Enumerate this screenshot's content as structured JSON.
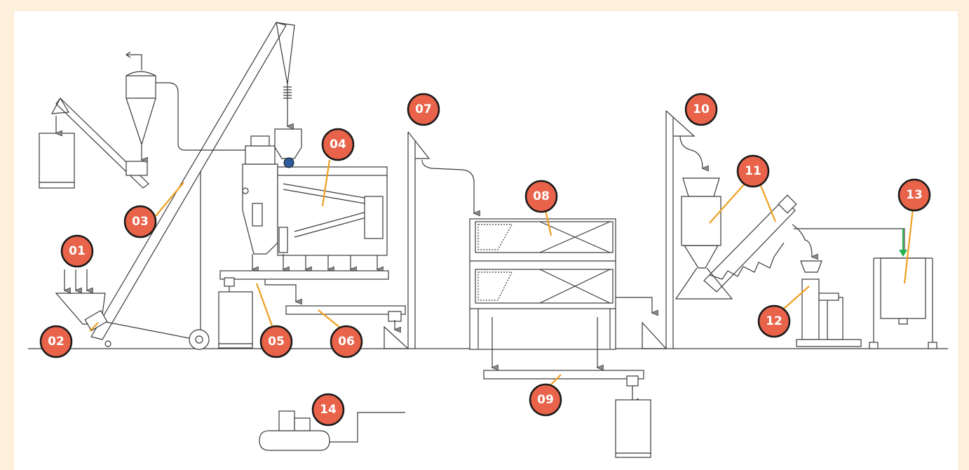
{
  "diagram": {
    "colors": {
      "page_background": "#FDF0DA",
      "canvas_background": "#FFFFFF",
      "line": "#3a3a3a",
      "badge_fill": "#E8634A",
      "badge_outline": "#1a1a1a",
      "badge_text": "#FFFFFF",
      "leader": "#F0A020",
      "flow_arrow_highlight": "#22B14C"
    },
    "badges": [
      {
        "id": "01",
        "label": "01"
      },
      {
        "id": "02",
        "label": "02"
      },
      {
        "id": "03",
        "label": "03"
      },
      {
        "id": "04",
        "label": "04"
      },
      {
        "id": "05",
        "label": "05"
      },
      {
        "id": "06",
        "label": "06"
      },
      {
        "id": "07",
        "label": "07"
      },
      {
        "id": "08",
        "label": "08"
      },
      {
        "id": "09",
        "label": "09"
      },
      {
        "id": "10",
        "label": "10"
      },
      {
        "id": "11",
        "label": "11"
      },
      {
        "id": "12",
        "label": "12"
      },
      {
        "id": "13",
        "label": "13"
      },
      {
        "id": "14",
        "label": "14"
      }
    ]
  }
}
